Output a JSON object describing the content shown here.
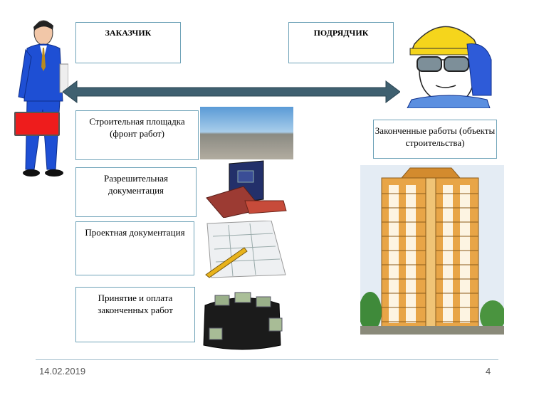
{
  "diagram": {
    "customer_label": "ЗАКАЗЧИК",
    "contractor_label": "ПОДРЯДЧИК",
    "items": [
      {
        "label": "Строительная площадка (фронт работ)"
      },
      {
        "label": "Разрешительная документация"
      },
      {
        "label": "Проектная документация"
      },
      {
        "label": "Принятие и оплата законченных работ"
      }
    ],
    "result_label": "Законченные работы (объекты строительства)"
  },
  "footer": {
    "date": "14.02.2019",
    "page": "4"
  },
  "colors": {
    "arrow": "#3f6070",
    "box_border": "#6fa3b8",
    "building": "#e8a547"
  }
}
